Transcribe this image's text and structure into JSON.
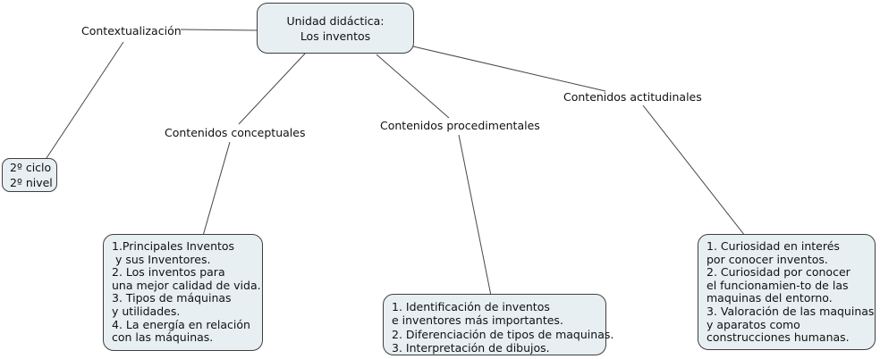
{
  "colors": {
    "background": "#ffffff",
    "node_fill": "#e7eff2",
    "node_border": "#3f3f3f",
    "connector": "#474747",
    "text": "#111111"
  },
  "map": {
    "root_node": {
      "lines": [
        "Unidad didáctica:",
        "Los inventos"
      ]
    },
    "context_label": "Contextualización",
    "level_node": {
      "lines": [
        "2º ciclo",
        "2º nivel"
      ]
    },
    "branch_labels": {
      "conceptual": "Contenidos conceptuales",
      "procedural": "Contenidos procedimentales",
      "attitudinal": "Contenidos actitudinales"
    },
    "conceptual_node": {
      "lines": [
        "1.Principales Inventos",
        " y sus Inventores.",
        "2. Los inventos para",
        "una mejor calidad de vida.",
        "3. Tipos de máquinas",
        "y utilidades.",
        "4. La energía en relación",
        "con las máquinas."
      ]
    },
    "procedural_node": {
      "lines": [
        "1. Identificación de inventos",
        "e inventores más importantes.",
        "2. Diferenciación de tipos de maquinas.",
        "3. Interpretación de dibujos."
      ]
    },
    "attitudinal_node": {
      "lines": [
        "1. Curiosidad en interés",
        "por conocer inventos.",
        "2. Curiosidad por conocer",
        "el funcionamien-to de las",
        "maquinas del entorno.",
        "3. Valoración de las maquinas",
        "y aparatos como",
        "construcciones humanas."
      ]
    }
  }
}
